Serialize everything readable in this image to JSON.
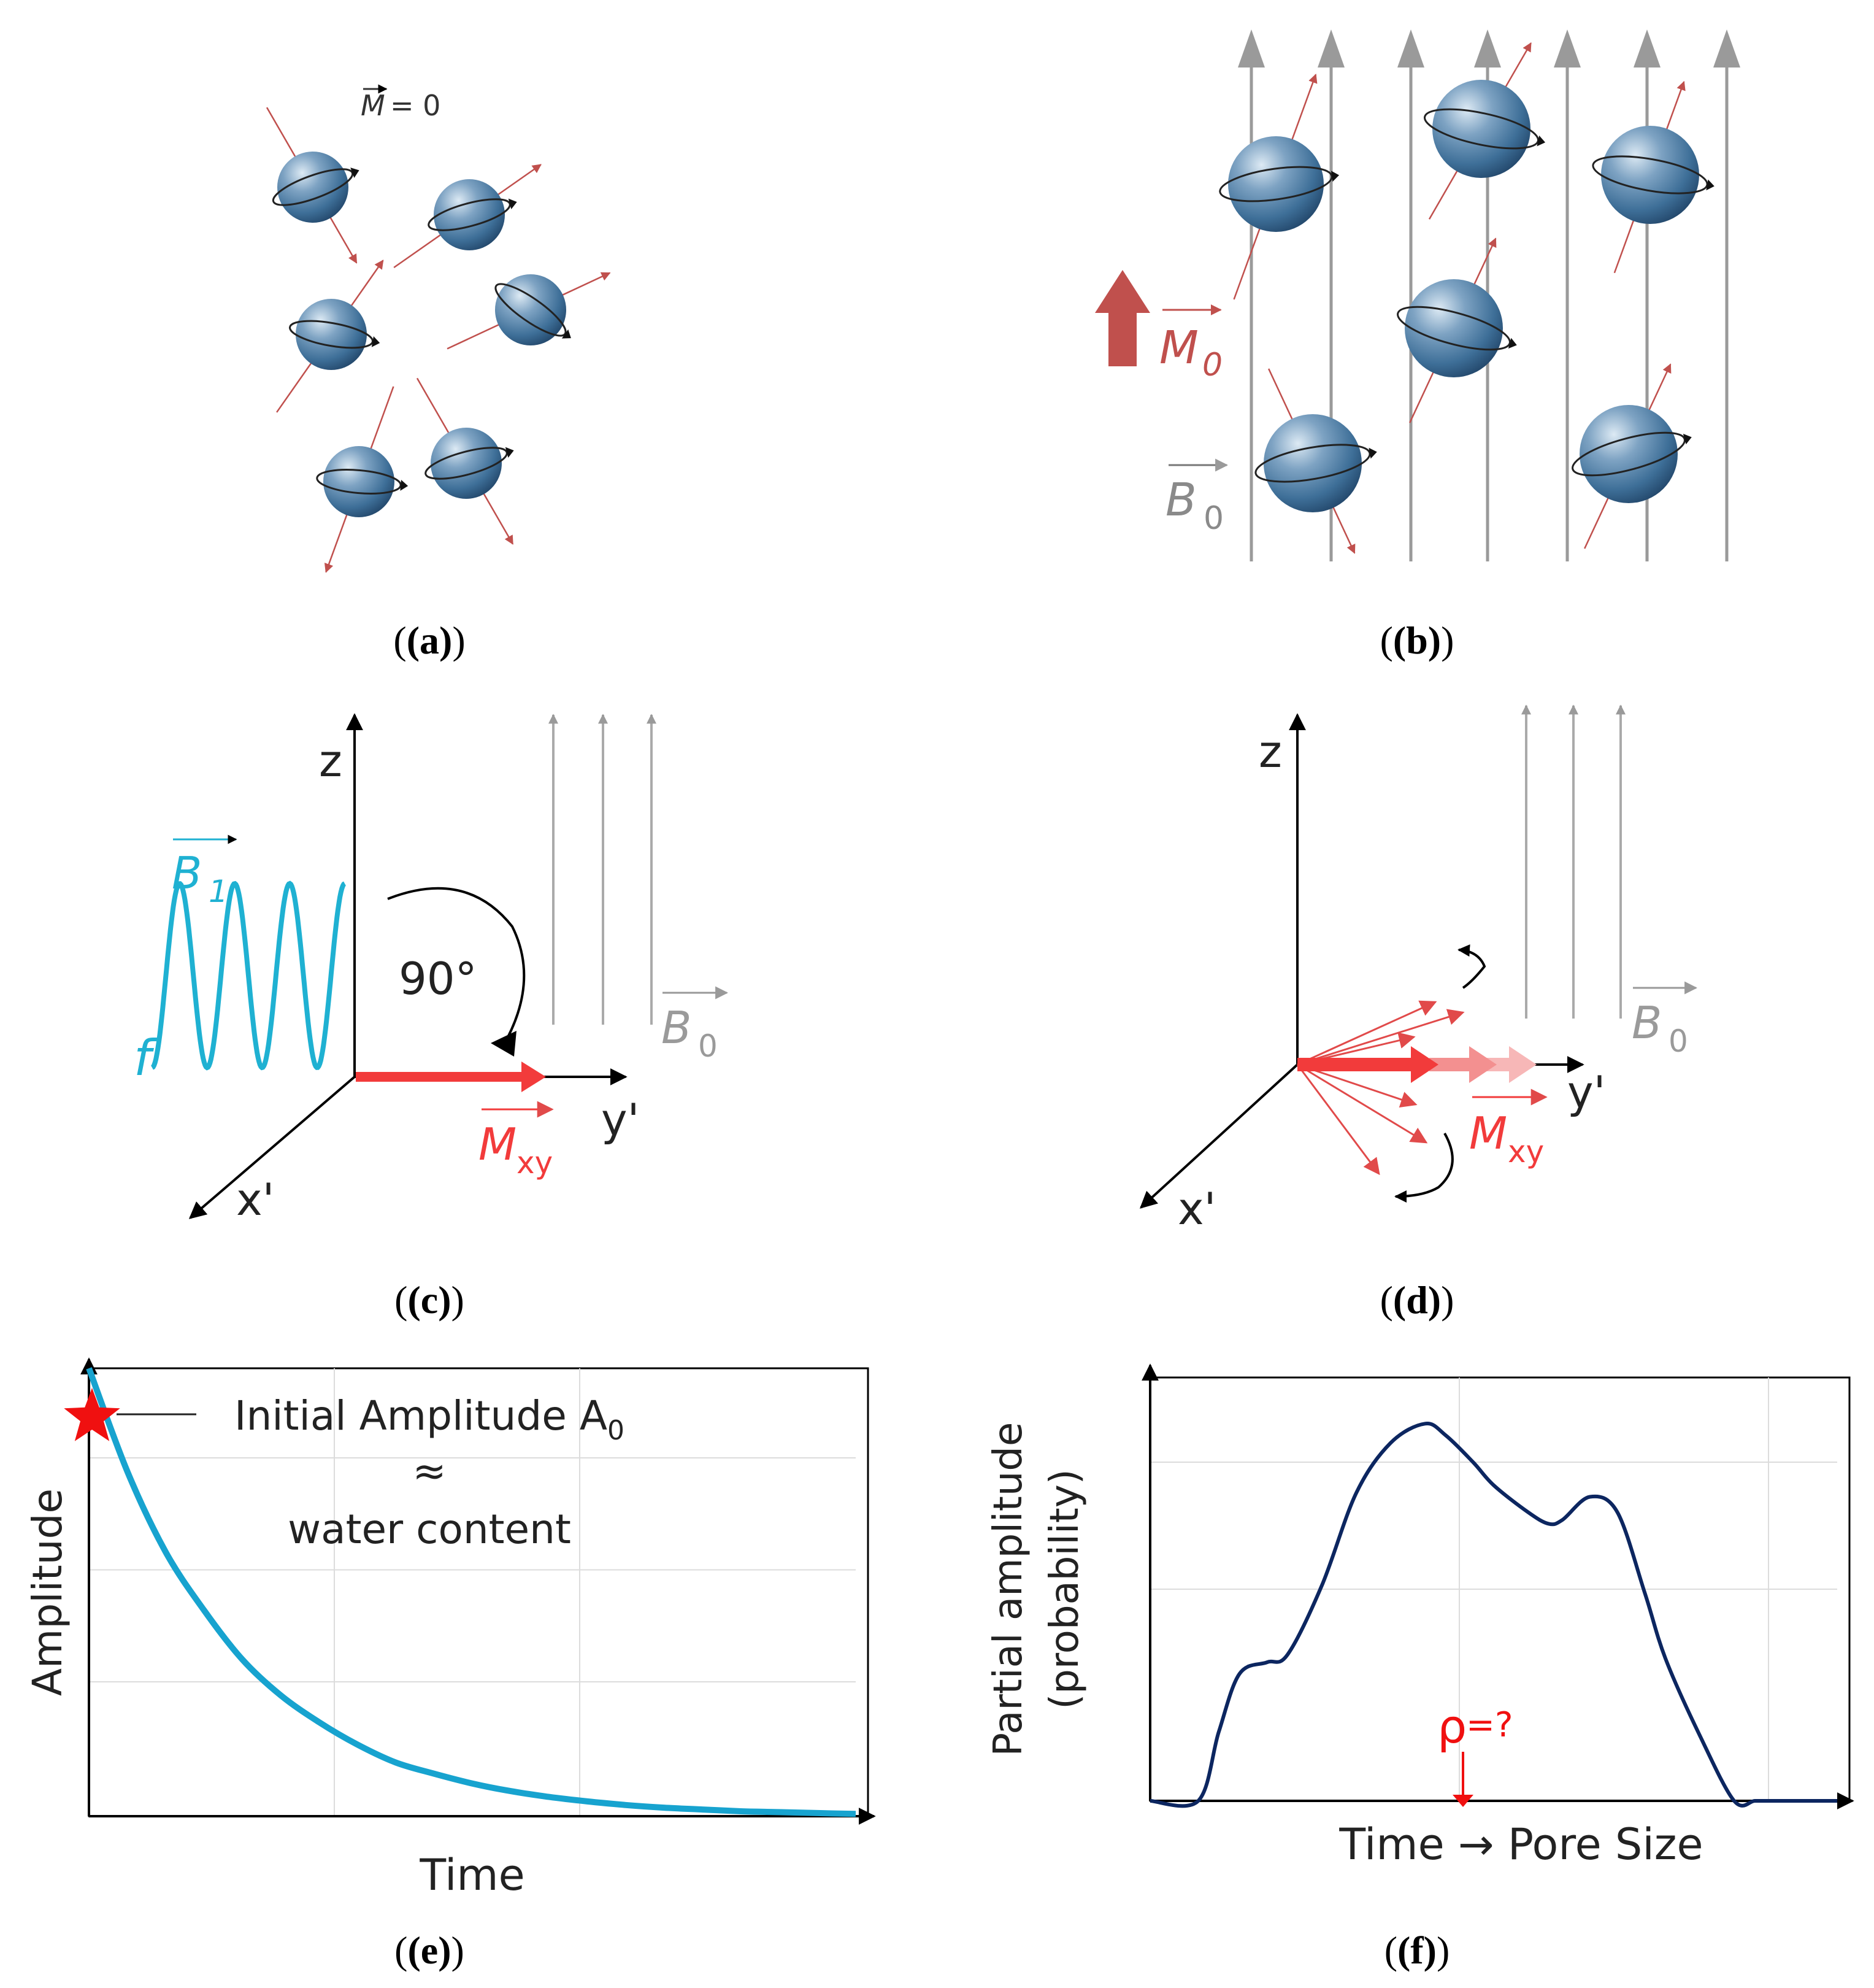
{
  "panels": {
    "a": {
      "caption": "(a)",
      "m_label": "M",
      "m_eq": "= 0"
    },
    "b": {
      "caption": "(b)",
      "m0_label": "M",
      "m0_sub": "0",
      "b0_label": "B",
      "b0_sub": "0"
    },
    "c": {
      "caption": "(c)",
      "z_label": "z",
      "x_label": "x'",
      "y_label": "y'",
      "angle_label": "90°",
      "b1_label": "B",
      "b1_sub": "1",
      "f_label": "f",
      "b0_label": "B",
      "b0_sub": "0",
      "mxy_label": "M",
      "mxy_sub": "xy"
    },
    "d": {
      "caption": "(d)",
      "z_label": "z",
      "x_label": "x'",
      "y_label": "y'",
      "b0_label": "B",
      "b0_sub": "0",
      "mxy_label": "M",
      "mxy_sub": "xy"
    },
    "e": {
      "caption": "(e)",
      "ylabel": "Amplitude",
      "xlabel": "Time",
      "annotation_line1": "Initial Amplitude A",
      "annotation_sub": "0",
      "annotation_line2": "≈",
      "annotation_line3": "water content"
    },
    "f": {
      "caption": "(f)",
      "ylabel_line1": "Partial amplitude",
      "ylabel_line2": "(probability)",
      "xlabel": "Time → Pore Size",
      "rho_label": "ρ",
      "rho_suffix": "=?"
    }
  },
  "colors": {
    "spin_arrow": "#c0504d",
    "field_line": "#9a9a9a",
    "b1_wave": "#1fb1d2",
    "mxy_arrow": "#f23b3b",
    "decay_curve": "#17a3cf",
    "distribution_curve": "#0c2660",
    "m0_arrow": "#c0504d",
    "star": "#f01010"
  },
  "chart_data": [
    {
      "type": "line",
      "title": "",
      "xlabel": "Time",
      "ylabel": "Amplitude",
      "x": [
        0,
        0.05,
        0.1,
        0.15,
        0.2,
        0.25,
        0.3,
        0.35,
        0.4,
        0.45,
        0.5,
        0.55,
        0.6,
        0.65,
        0.7,
        0.75,
        0.8,
        0.85,
        0.9,
        0.95,
        1.0
      ],
      "series": [
        {
          "values": [
            1.0,
            0.77,
            0.59,
            0.46,
            0.35,
            0.27,
            0.21,
            0.16,
            0.12,
            0.095,
            0.073,
            0.056,
            0.043,
            0.033,
            0.025,
            0.019,
            0.015,
            0.011,
            0.009,
            0.007,
            0.005
          ]
        }
      ],
      "xlim": [
        0,
        1
      ],
      "ylim": [
        0,
        1
      ],
      "grid": true
    },
    {
      "type": "line",
      "title": "",
      "xlabel": "Time → Pore Size",
      "ylabel": "Partial amplitude (probability)",
      "x": [
        0.0,
        0.07,
        0.1,
        0.13,
        0.17,
        0.2,
        0.25,
        0.3,
        0.35,
        0.4,
        0.43,
        0.47,
        0.5,
        0.55,
        0.58,
        0.6,
        0.64,
        0.68,
        0.72,
        0.75,
        0.8,
        0.85,
        0.88,
        0.9,
        1.0
      ],
      "series": [
        {
          "values": [
            0.0,
            0.0,
            0.18,
            0.33,
            0.36,
            0.38,
            0.56,
            0.8,
            0.93,
            0.98,
            0.95,
            0.88,
            0.82,
            0.75,
            0.72,
            0.73,
            0.79,
            0.75,
            0.54,
            0.37,
            0.17,
            0.0,
            0.0,
            0.0,
            0.0
          ]
        }
      ],
      "xlim": [
        0,
        1
      ],
      "ylim": [
        0,
        1.1
      ],
      "grid": true
    }
  ]
}
